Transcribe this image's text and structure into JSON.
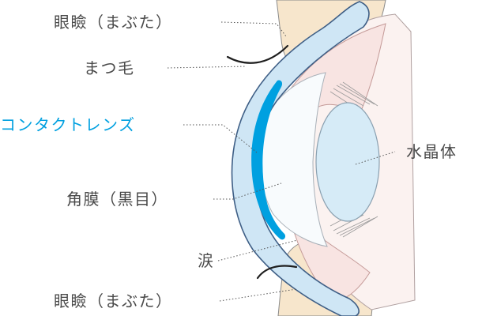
{
  "labels": {
    "eyelid_upper": "眼瞼（まぶた）",
    "eyelash": "まつ毛",
    "contact_lens": "コンタクトレンズ",
    "cornea": "角膜（黒目）",
    "tears": "涙",
    "eyelid_lower": "眼瞼（まぶた）",
    "lens": "水晶体"
  },
  "colors": {
    "label_text": "#4a4a4a",
    "accent": "#00a0e0",
    "tear_film": "#cfe6f5",
    "tear_outline": "#3f5f86",
    "contact_lens": "#00a0e0",
    "cornea_fill": "#f8fbfd",
    "iris_fill": "#f8e4e2",
    "eyelid_fill": "#f7e6cc",
    "crystalline_lens": "#d6ebf7",
    "leader_line": "#555555"
  }
}
